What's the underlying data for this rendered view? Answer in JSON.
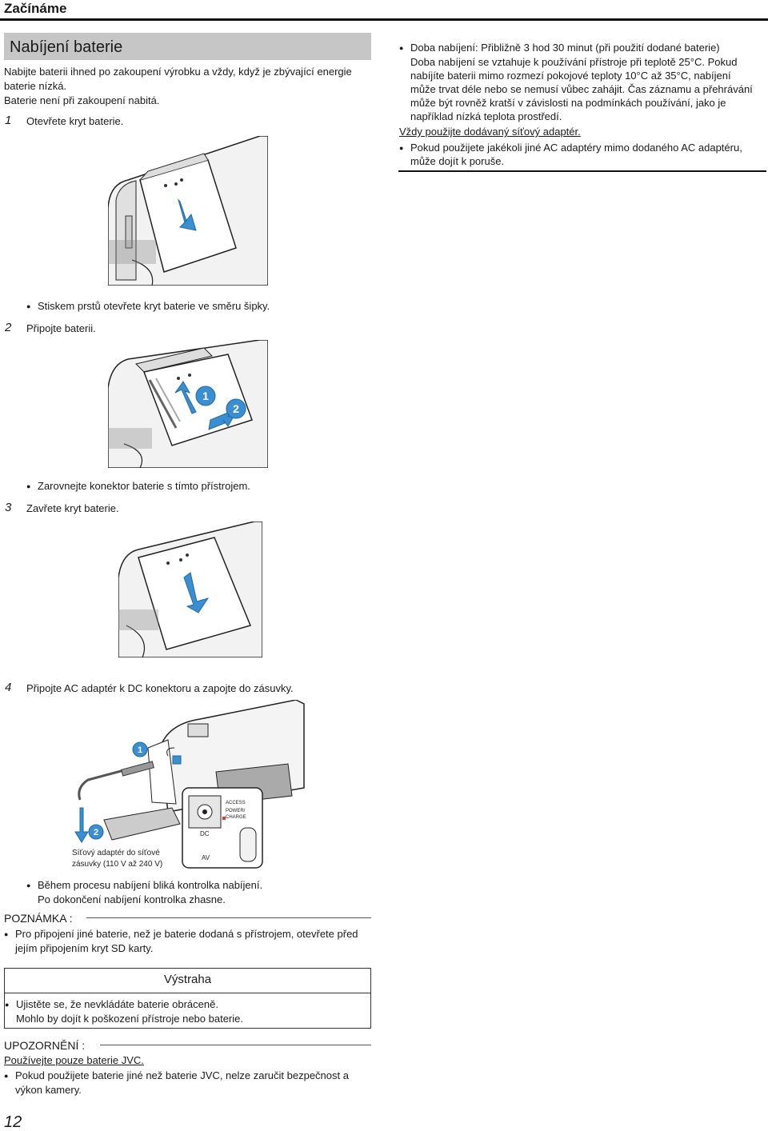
{
  "header": {
    "title": "Začínáme"
  },
  "section": {
    "title": "Nabíjení baterie"
  },
  "intro": {
    "line1": "Nabijte baterii ihned po zakoupení výrobku a vždy, když je zbývající energie",
    "line2": "baterie nízká.",
    "line3": "Baterie není při zakoupení nabitá."
  },
  "steps": [
    {
      "num": "1",
      "text": "Otevřete kryt baterie.",
      "bullet": "Stiskem prstů otevřete kryt baterie ve směru šipky."
    },
    {
      "num": "2",
      "text": "Připojte baterii.",
      "bullet": "Zarovnejte konektor baterie s tímto přístrojem."
    },
    {
      "num": "3",
      "text": "Zavřete kryt baterie."
    },
    {
      "num": "4",
      "text": "Připojte AC adaptér k DC konektoru a zapojte do zásuvky.",
      "bullet1": "Během procesu nabíjení bliká kontrolka nabíjení.",
      "bullet2": "Po dokončení nabíjení kontrolka zhasne."
    }
  ],
  "figures": {
    "badge1": "1",
    "badge2": "2",
    "dc_label": "DC",
    "av_label": "AV",
    "access_label": "ACCESS",
    "power_label": "POWER/",
    "charge_label": "CHARGE",
    "adapter_line1": "Síťový adaptér do síťové",
    "adapter_line2": "zásuvky (110 V až 240 V)"
  },
  "right": {
    "b1_l1": "Doba nabíjení: Přibližně 3 hod 30 minut (při použití dodané baterie)",
    "b1_l2": "Doba nabíjení se vztahuje k používání přístroje při teplotě 25°C. Pokud",
    "b1_l3": "nabíjíte baterii mimo rozmezí pokojové teploty 10°C až 35°C, nabíjení",
    "b1_l4": "může trvat déle nebo se nemusí vůbec zahájit. Čas záznamu a přehrávání",
    "b1_l5": "může být rovněž kratší v závislosti na podmínkách používání, jako je",
    "b1_l6": "například nízká teplota prostředí.",
    "always": "Vždy použijte dodávaný síťový adaptér.",
    "b2_l1": "Pokud použijete jakékoli jiné AC adaptéry mimo dodaného AC adaptéru,",
    "b2_l2": "může dojít k poruše."
  },
  "note": {
    "title": "POZNÁMKA :",
    "l1": "Pro připojení jiné baterie, než je baterie dodaná s přístrojem, otevřete před",
    "l2": "jejím připojením kryt SD karty."
  },
  "warning": {
    "title": "Výstraha",
    "l1": "Ujistěte se, že nevkládáte baterie obráceně.",
    "l2": "Mohlo by dojít k poškození přístroje nebo baterie."
  },
  "caution": {
    "title": "UPOZORNĚNÍ :",
    "sub": "Používejte pouze baterie JVC.",
    "l1": "Pokud použijete baterie jiné než baterie JVC, nelze zaručit bezpečnost a",
    "l2": "výkon kamery."
  },
  "page": {
    "number": "12"
  },
  "colors": {
    "arrow_blue": "#3b8fd0",
    "shade_gray": "#c6c6c6",
    "led_red": "#e23a2a"
  }
}
